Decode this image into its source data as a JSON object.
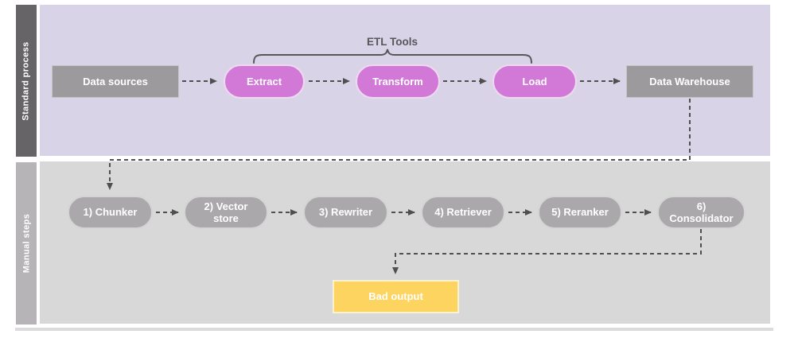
{
  "diagram": {
    "lanes": [
      {
        "label": "Standard process"
      },
      {
        "label": "Manual steps"
      }
    ],
    "annotations": {
      "etl_tools": "ETL Tools"
    },
    "standard_nodes": [
      {
        "label": "Data sources"
      },
      {
        "label": "Extract"
      },
      {
        "label": "Transform"
      },
      {
        "label": "Load"
      },
      {
        "label": "Data Warehouse"
      }
    ],
    "manual_nodes": [
      {
        "label": "1) Chunker"
      },
      {
        "label": "2) Vector store"
      },
      {
        "label": "3) Rewriter"
      },
      {
        "label": "4) Retriever"
      },
      {
        "label": "5) Reranker"
      },
      {
        "label": "6) Consolidator"
      },
      {
        "label": "Bad output"
      }
    ],
    "colors": {
      "standard_lane_bg": "#d9d3e8",
      "manual_lane_bg": "#d8d8d8",
      "standard_sidebar": "#666466",
      "manual_sidebar": "#b6b4b6",
      "gray_box": "#9c9a9c",
      "pink_pill": "#d279d8",
      "gray_pill": "#aaa8aa",
      "warning_box": "#fcd45f",
      "connector": "#4f4f4f"
    }
  }
}
